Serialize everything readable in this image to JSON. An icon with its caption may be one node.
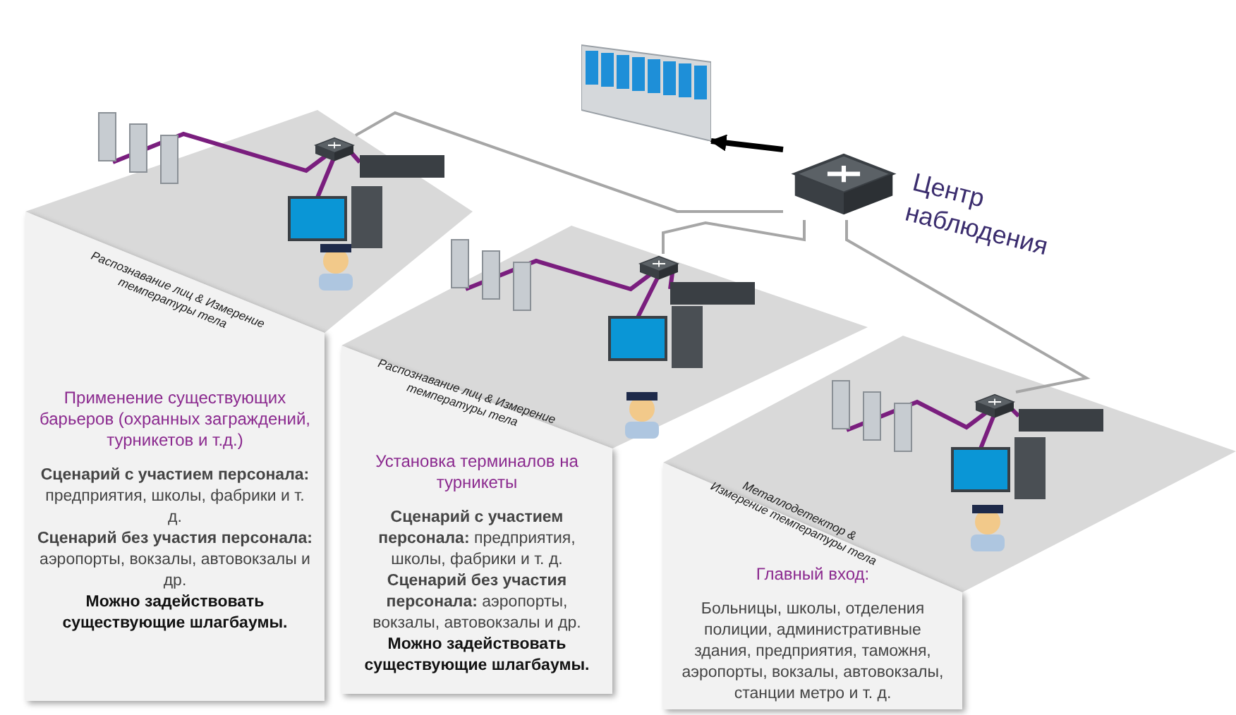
{
  "diagram": {
    "nodes": [
      {
        "text": [],
        "shape": "picture"
      },
      {
        "text": [],
        "shape": "picture",
        "beside": [
          "Центр наблюдения"
        ]
      },
      {
        "text": [],
        "shape": "picture"
      },
      {
        "text": [],
        "shape": "picture"
      },
      {
        "text": [],
        "shape": "picture"
      },
      {
        "text": [
          "Распознавание лиц & Измерение температуры тела",
          "Применение существующих барьеров (охранных заграждений, турникетов и т.д.)",
          "**Сценарий с участием персонала:** предприятия, школы, фабрики и т. д.",
          "**Сценарий без участия персонала:** аэропорты, вокзалы, автовокзалы и др.",
          "Можно задействовать существующие шлагбаумы."
        ]
      },
      {
        "text": [
          "Распознавание лиц & Измерение температуры тела",
          "Установка терминалов на турникеты",
          "**Сценарий с участием персонала:** предприятия, школы, фабрики и т. д.",
          "**Сценарий без участия персонала:** аэропорты, вокзалы, автовокзалы и др.",
          "Можно задействовать существующие шлагбаумы."
        ]
      },
      {
        "text": [
          "Металлодетектор & Измерение температуры тела",
          "Главный вход:",
          "Больницы, школы, отделения полиции, административные здания, предприятия, таможня, аэропорты, вокзалы, автовокзалы, станции метро и т. д."
        ]
      }
    ],
    "edges": [
      {
        "from": 1,
        "to": 0,
        "arrow": "to",
        "style": "thick",
        "color": "#000000"
      },
      {
        "from": 2,
        "to": 1,
        "arrow": "none"
      },
      {
        "from": 3,
        "to": 1,
        "arrow": "none"
      },
      {
        "from": 4,
        "to": 1,
        "arrow": "none"
      }
    ]
  }
}
